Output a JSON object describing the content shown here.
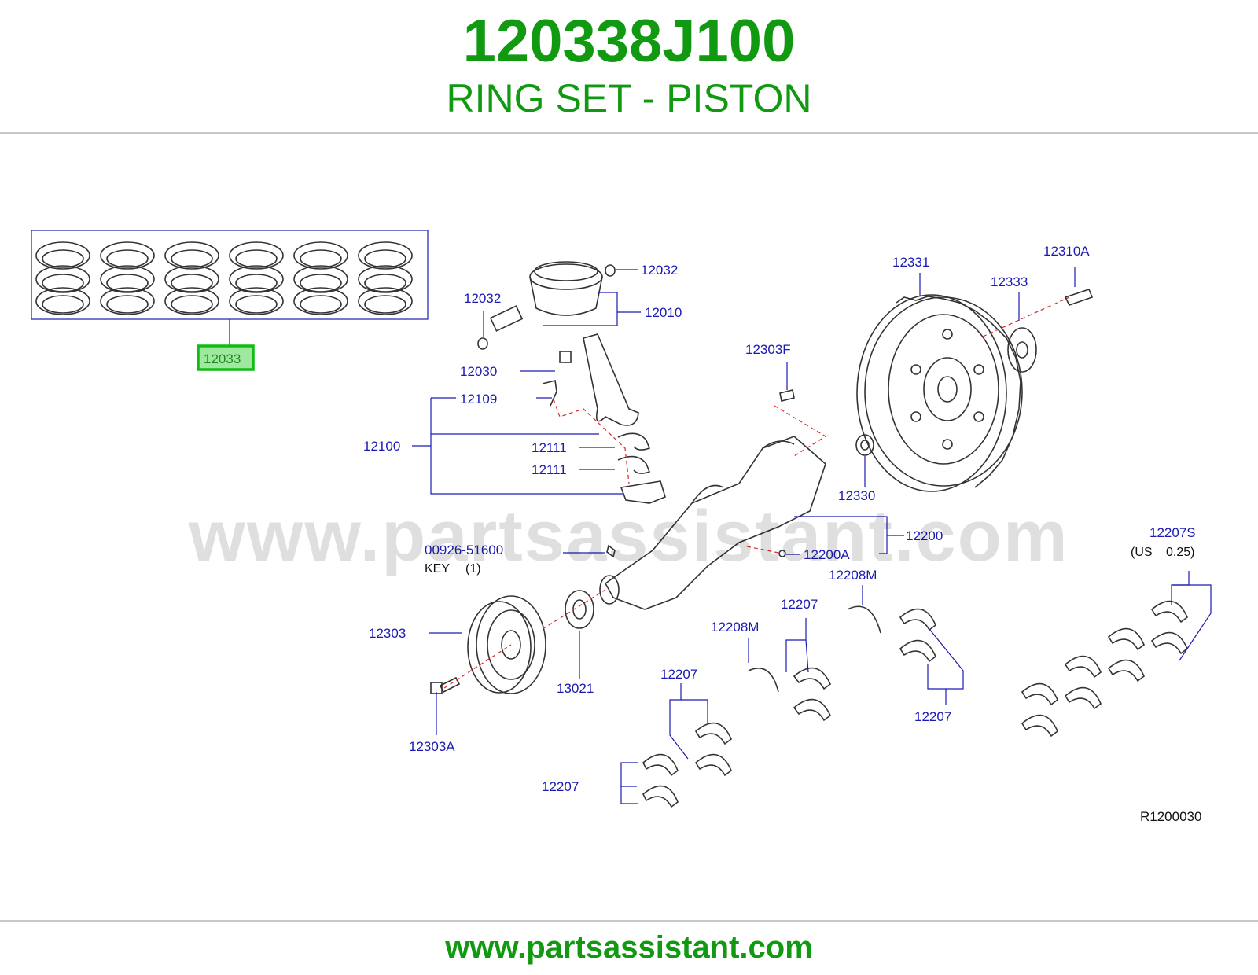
{
  "header": {
    "part_number": "120338J100",
    "part_name": "RING SET - PISTON"
  },
  "footer": {
    "url": "www.partsassistant.com"
  },
  "watermark": "www.partsassistant.com",
  "colors": {
    "brand_green": "#119911",
    "callout_blue": "#1a1ab4",
    "highlight_fill": "#9fe89f",
    "highlight_border": "#11bb11",
    "leader_red": "#e03030",
    "line_art": "#333333"
  },
  "diagram": {
    "reference_code": "R1200030",
    "highlighted_part": "12033",
    "callouts": [
      "12033",
      "12032",
      "12032",
      "12010",
      "12030",
      "12109",
      "12100",
      "12111",
      "12111",
      "12303F",
      "12331",
      "12333",
      "12310A",
      "12330",
      "12200",
      "12200A",
      "00926-51600",
      "12207S",
      "12208M",
      "12207",
      "12208M",
      "12303",
      "13021",
      "12207",
      "12207",
      "12303A",
      "12207"
    ],
    "notes": {
      "key": "KEY",
      "key_qty": "(1)",
      "undersize": "(US",
      "undersize_value": "0.25)"
    }
  }
}
